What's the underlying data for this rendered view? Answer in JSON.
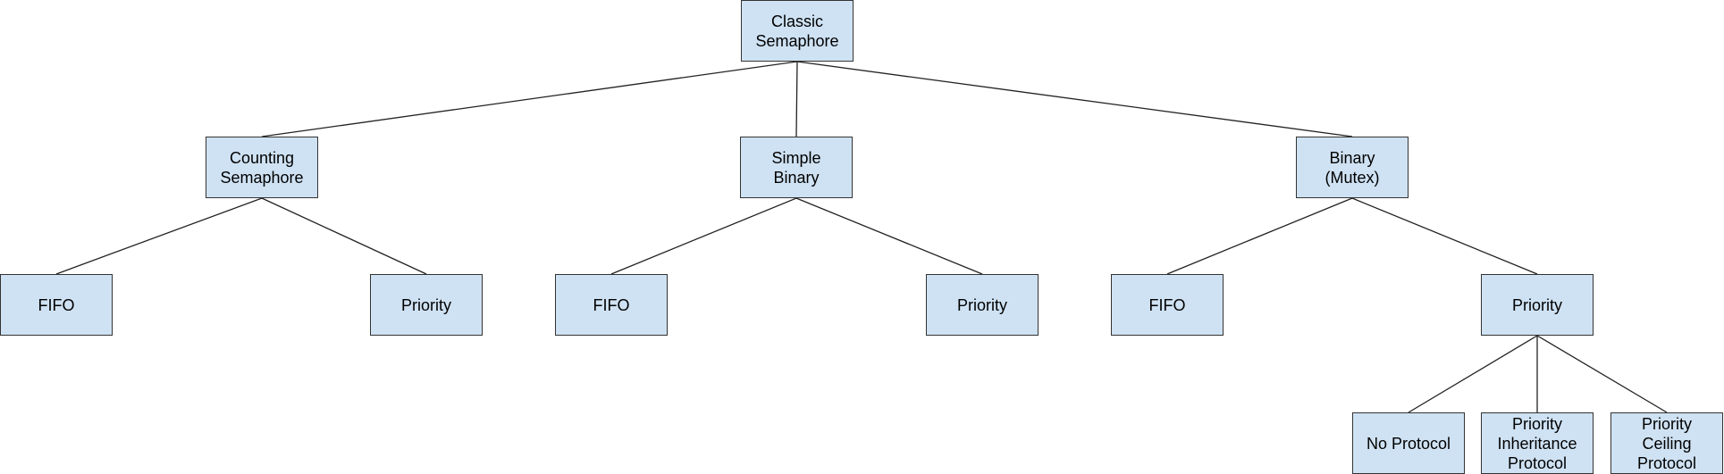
{
  "diagram": {
    "type": "tree",
    "colors": {
      "box_fill": "#cfe2f3",
      "box_border": "#333333",
      "line": "#222222",
      "text": "#000000"
    },
    "nodes": {
      "root": {
        "label": "Classic\nSemaphore"
      },
      "counting": {
        "label": "Counting\nSemaphore"
      },
      "simple": {
        "label": "Simple\nBinary"
      },
      "binary": {
        "label": "Binary\n(Mutex)"
      },
      "counting_fifo": {
        "label": "FIFO"
      },
      "counting_priority": {
        "label": "Priority"
      },
      "simple_fifo": {
        "label": "FIFO"
      },
      "simple_priority": {
        "label": "Priority"
      },
      "binary_fifo": {
        "label": "FIFO"
      },
      "binary_priority": {
        "label": "Priority"
      },
      "no_protocol": {
        "label": "No Protocol"
      },
      "pip": {
        "label": "Priority\nInheritance\nProtocol"
      },
      "pcp": {
        "label": "Priority\nCeiling\nProtocol"
      }
    },
    "edges": [
      [
        "root",
        "counting"
      ],
      [
        "root",
        "simple"
      ],
      [
        "root",
        "binary"
      ],
      [
        "counting",
        "counting_fifo"
      ],
      [
        "counting",
        "counting_priority"
      ],
      [
        "simple",
        "simple_fifo"
      ],
      [
        "simple",
        "simple_priority"
      ],
      [
        "binary",
        "binary_fifo"
      ],
      [
        "binary",
        "binary_priority"
      ],
      [
        "binary_priority",
        "no_protocol"
      ],
      [
        "binary_priority",
        "pip"
      ],
      [
        "binary_priority",
        "pcp"
      ]
    ]
  }
}
